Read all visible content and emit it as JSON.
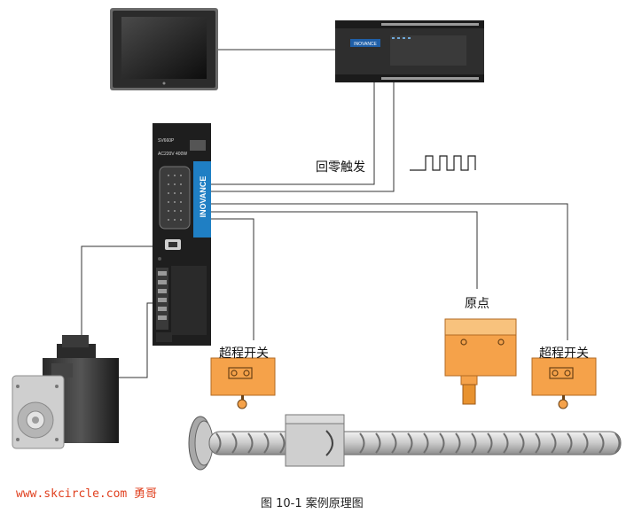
{
  "labels": {
    "homing_trigger": "回零触发",
    "origin": "原点",
    "limit_switch_left": "超程开关",
    "limit_switch_right": "超程开关"
  },
  "devices": {
    "plc_brand": "INOVANCE",
    "servo_brand": "INOVANCE",
    "servo_model": "SV660P",
    "servo_rating": "AC220V 400W"
  },
  "caption": "图 10-1  案例原理图",
  "watermark": "www.skcircle.com 勇哥",
  "colors": {
    "switch_orange": "#f5a24a",
    "servo_blue": "#1f7fc4",
    "watermark_red": "#e0401f"
  }
}
